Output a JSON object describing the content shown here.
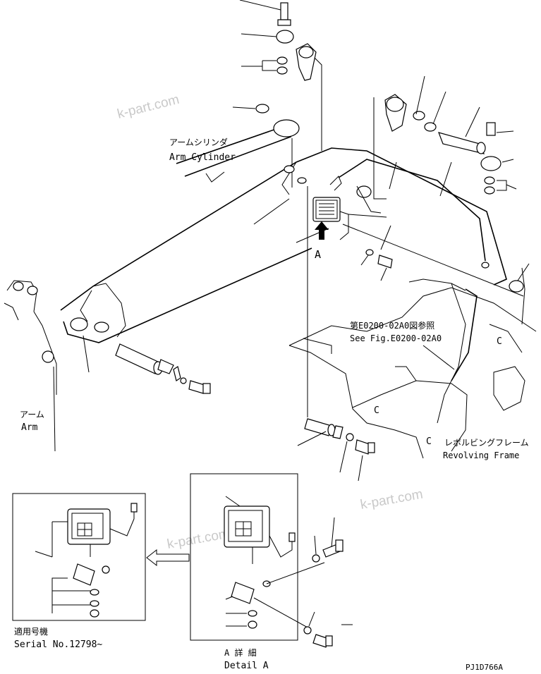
{
  "labels": {
    "arm_cylinder_jp": "アームシリンダ",
    "arm_cylinder_en": "Arm Cylinder",
    "arm_jp": "アーム",
    "arm_en": "Arm",
    "view_marker": "A",
    "see_fig_jp": "第E0200-02A0図参照",
    "see_fig_en": "See Fig.E0200-02A0",
    "revolving_frame_jp": "レボルビングフレーム",
    "revolving_frame_en": "Revolving Frame",
    "serial_jp": "適用号機",
    "serial_en": "Serial No.12798~",
    "detail_jp": "A 詳 細",
    "detail_en": "Detail A",
    "drawing_no": "PJ1D766A"
  },
  "watermarks": [
    "k-part.com",
    "k-part.com",
    "k-part.com"
  ],
  "colors": {
    "ink": "#000000",
    "watermark": "#c9c9c9",
    "paper": "#ffffff"
  }
}
